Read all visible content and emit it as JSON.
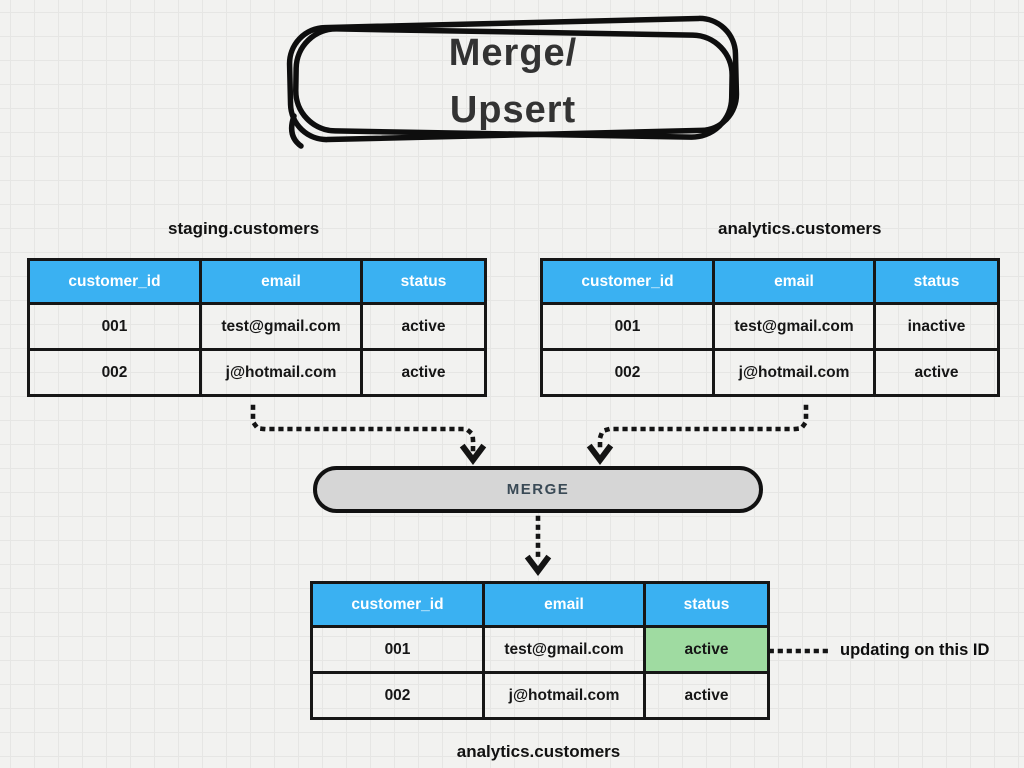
{
  "title": {
    "line1": "Merge/",
    "line2": "Upsert"
  },
  "colors": {
    "header_blue": "#3ab1f2",
    "highlight_green": "#9fdba1",
    "merge_fill": "#d6d6d6",
    "merge_text": "#3a4a56",
    "border_black": "#161616",
    "grid_line": "#e6e6e4"
  },
  "tables": {
    "staging": {
      "label": "staging.customers",
      "headers": [
        "customer_id",
        "email",
        "status"
      ],
      "rows": [
        [
          "001",
          "test@gmail.com",
          "active"
        ],
        [
          "002",
          "j@hotmail.com",
          "active"
        ]
      ]
    },
    "analytics_source": {
      "label": "analytics.customers",
      "headers": [
        "customer_id",
        "email",
        "status"
      ],
      "rows": [
        [
          "001",
          "test@gmail.com",
          "inactive"
        ],
        [
          "002",
          "j@hotmail.com",
          "active"
        ]
      ]
    },
    "analytics_result": {
      "label": "analytics.customers",
      "headers": [
        "customer_id",
        "email",
        "status"
      ],
      "rows": [
        [
          "001",
          "test@gmail.com",
          "active"
        ],
        [
          "002",
          "j@hotmail.com",
          "active"
        ]
      ],
      "highlighted_cell": "row 1 status"
    }
  },
  "merge_node": {
    "label": "MERGE"
  },
  "annotation": {
    "label": "updating on this ID"
  }
}
